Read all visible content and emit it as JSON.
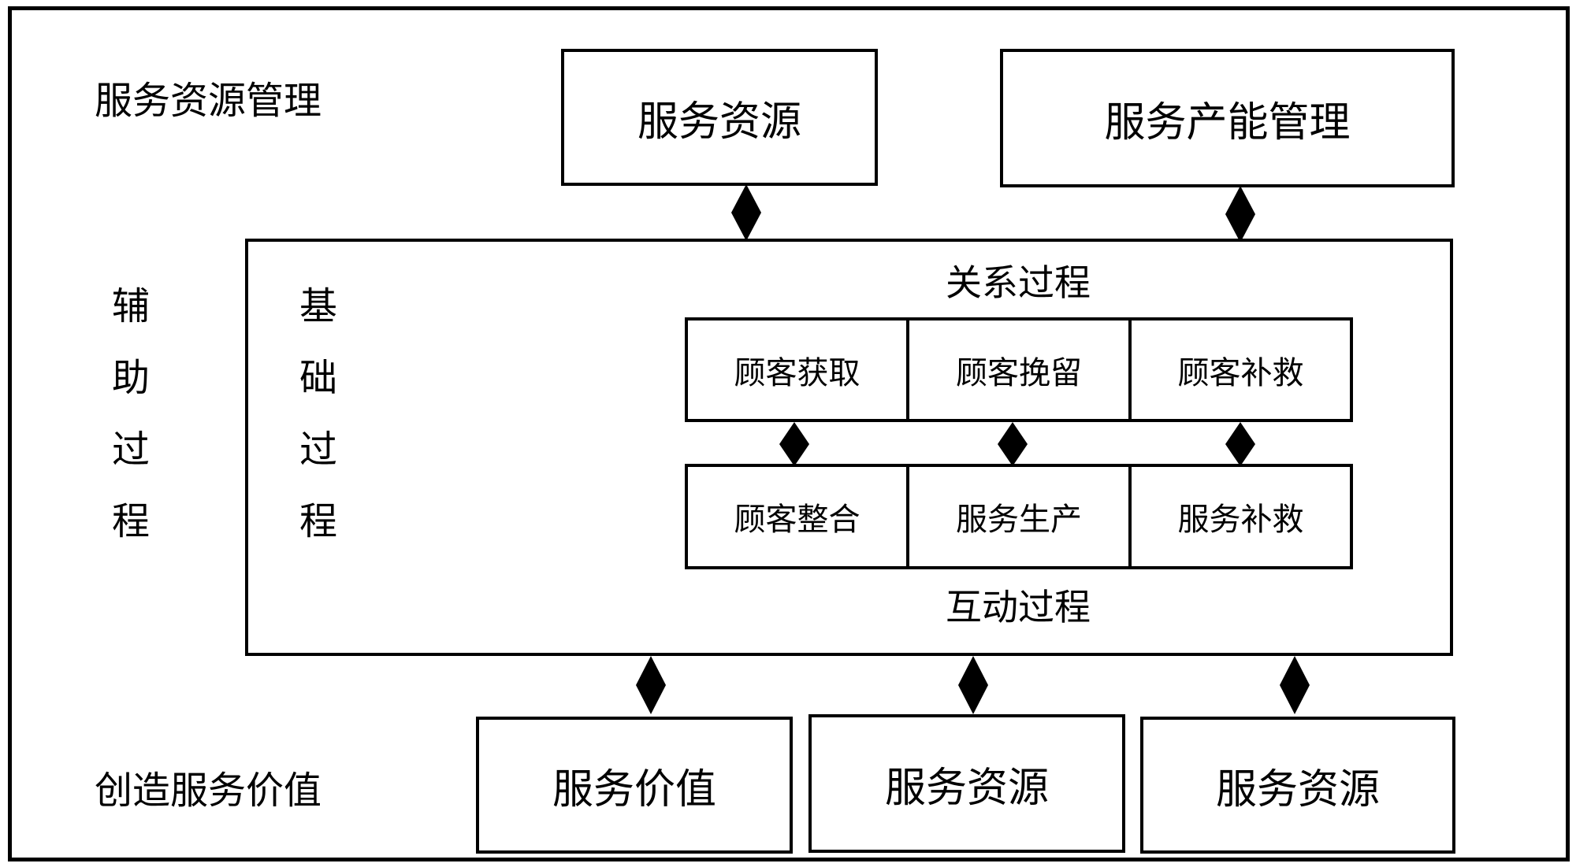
{
  "outer_frame": {
    "left_label_top": "服务资源管理",
    "left_label_vertical": "辅助过程",
    "left_label_bottom": "创造服务价值"
  },
  "top_boxes": [
    {
      "label": "服务资源"
    },
    {
      "label": "服务产能管理"
    }
  ],
  "inner_frame": {
    "vertical_label": "基础过程",
    "relationship_title": "关系过程",
    "interaction_title": "互动过程"
  },
  "relationship_row": [
    {
      "label": "顾客获取"
    },
    {
      "label": "顾客挽留"
    },
    {
      "label": "顾客补救"
    }
  ],
  "interaction_row": [
    {
      "label": "顾客整合"
    },
    {
      "label": "服务生产"
    },
    {
      "label": "服务补救"
    }
  ],
  "bottom_boxes": [
    {
      "label": "服务价值"
    },
    {
      "label": "服务资源"
    },
    {
      "label": "服务资源"
    }
  ],
  "style": {
    "line_color": "#000000",
    "background": "#ffffff"
  }
}
